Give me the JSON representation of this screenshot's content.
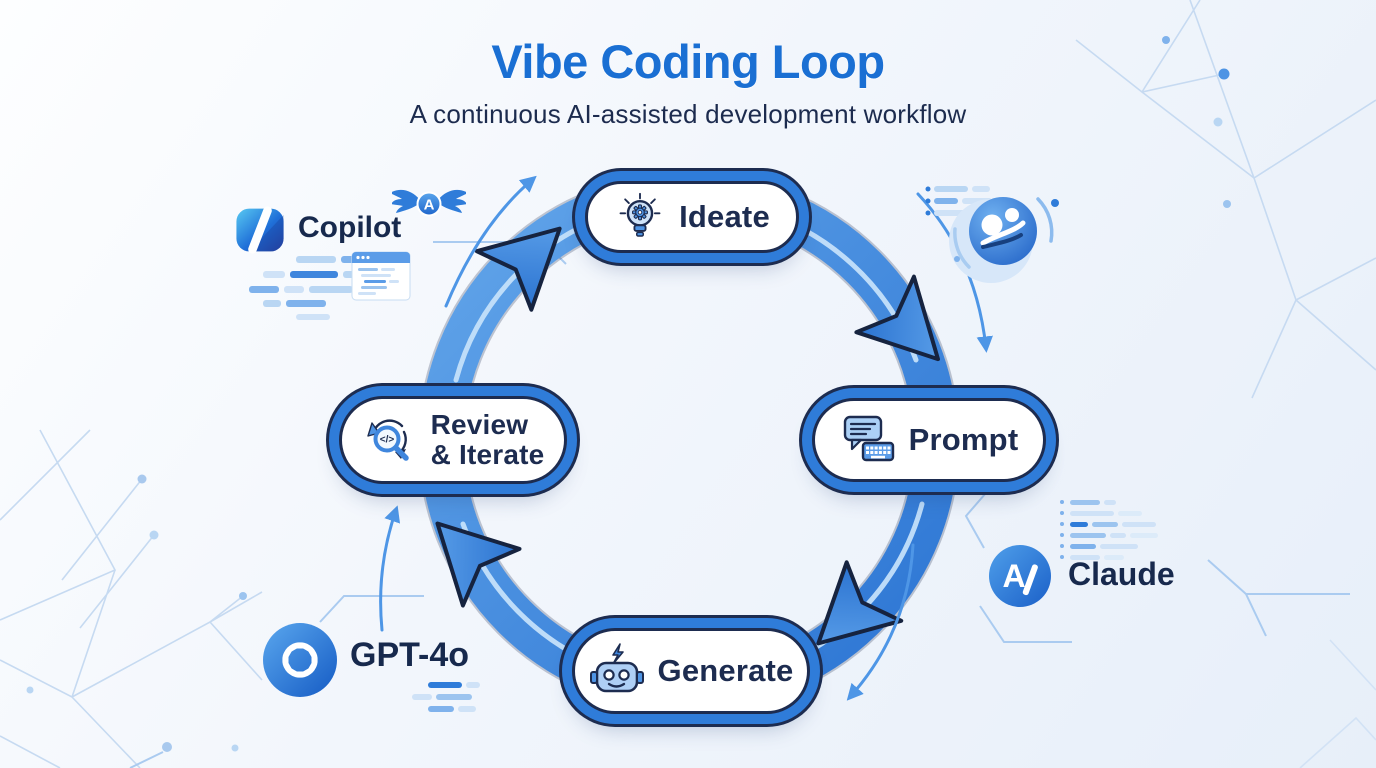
{
  "header": {
    "title": "Vibe Coding Loop",
    "subtitle": "A continuous AI-assisted development workflow"
  },
  "loop": {
    "direction": "clockwise",
    "nodes": [
      {
        "id": "ideate",
        "label": "Ideate",
        "icon": "lightbulb-gear-icon",
        "position": "top"
      },
      {
        "id": "prompt",
        "label": "Prompt",
        "icon": "chat-keyboard-icon",
        "position": "right"
      },
      {
        "id": "generate",
        "label": "Generate",
        "icon": "robot-icon",
        "position": "bottom"
      },
      {
        "id": "review-iterate",
        "label": "Review & Iterate",
        "label_line1": "Review",
        "label_line2": "& Iterate",
        "icon": "code-magnifier-refresh-icon",
        "position": "left"
      }
    ]
  },
  "tools": [
    {
      "id": "copilot",
      "label": "Copilot",
      "icon": "copilot-logo-icon"
    },
    {
      "id": "claude",
      "label": "Claude",
      "icon": "claude-logo-icon",
      "logo_text": "A\\"
    },
    {
      "id": "gpt-4o",
      "label": "GPT-4o",
      "icon": "openai-logo-icon"
    }
  ],
  "decorations": {
    "badge_letter": "A",
    "review_code_glyph": "</>",
    "pair_icon": "pair-programmers-icon",
    "background": "network-constellation-lines",
    "code_snippets": "skeleton-code-lines"
  },
  "colors": {
    "title_blue": "#1a6fd3",
    "navy_text": "#1c2b4e",
    "ring_blue": "#3a84dd",
    "node_ring_blue": "#2f7cd9",
    "outline_navy": "#1d2c50",
    "light_blue_line": "#aecdf0",
    "background_top": "#fdfeff",
    "background_bottom": "#e7eff9"
  }
}
